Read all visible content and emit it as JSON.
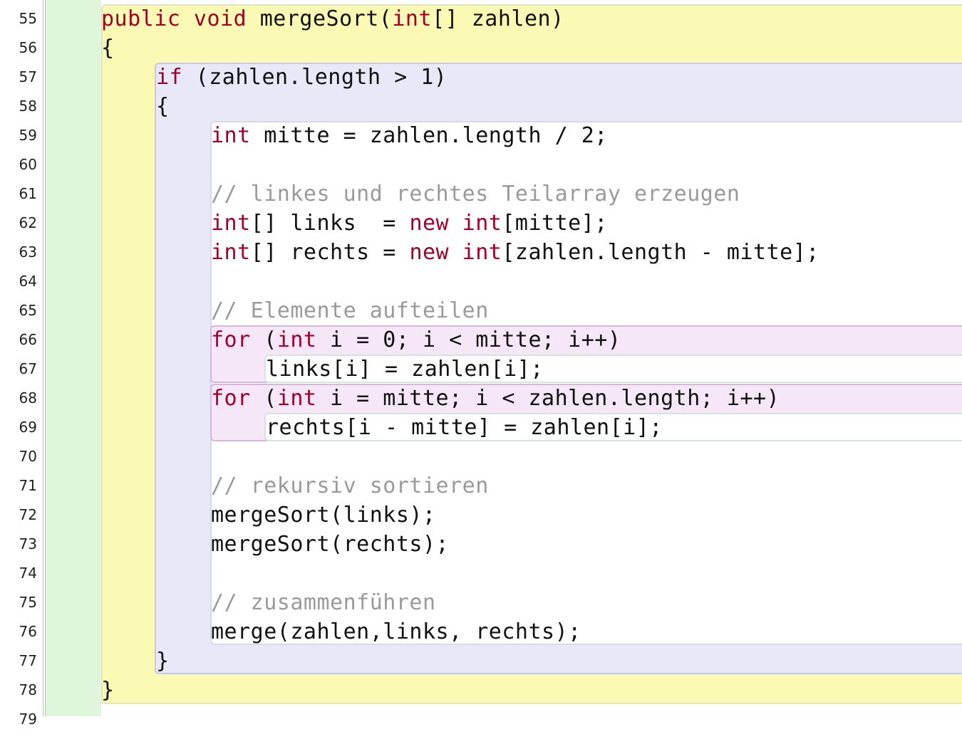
{
  "editor": {
    "line_numbers": [
      "55",
      "56",
      "57",
      "58",
      "59",
      "60",
      "61",
      "62",
      "63",
      "64",
      "65",
      "66",
      "67",
      "68",
      "69",
      "70",
      "71",
      "72",
      "73",
      "74",
      "75",
      "76",
      "77",
      "78",
      "79"
    ],
    "lines": {
      "l55": [
        {
          "t": "public void",
          "k": "kw"
        },
        {
          "t": " mergeSort(",
          "k": ""
        },
        {
          "t": "int",
          "k": "kw"
        },
        {
          "t": "[] zahlen)",
          "k": ""
        }
      ],
      "l56": [
        {
          "t": "{",
          "k": ""
        }
      ],
      "l57": [
        {
          "t": "if",
          "k": "kw"
        },
        {
          "t": " (zahlen.length > 1)",
          "k": ""
        }
      ],
      "l58": [
        {
          "t": "{",
          "k": ""
        }
      ],
      "l59": [
        {
          "t": "int",
          "k": "kw"
        },
        {
          "t": " mitte = zahlen.length / 2;",
          "k": ""
        }
      ],
      "l61": [
        {
          "t": "// linkes und rechtes Teilarray erzeugen",
          "k": "cm"
        }
      ],
      "l62": [
        {
          "t": "int",
          "k": "kw"
        },
        {
          "t": "[] links  = ",
          "k": ""
        },
        {
          "t": "new int",
          "k": "kw"
        },
        {
          "t": "[mitte];",
          "k": ""
        }
      ],
      "l63": [
        {
          "t": "int",
          "k": "kw"
        },
        {
          "t": "[] rechts = ",
          "k": ""
        },
        {
          "t": "new int",
          "k": "kw"
        },
        {
          "t": "[zahlen.length - mitte];",
          "k": ""
        }
      ],
      "l65": [
        {
          "t": "// Elemente aufteilen",
          "k": "cm"
        }
      ],
      "l66": [
        {
          "t": "for",
          "k": "kw"
        },
        {
          "t": " (",
          "k": ""
        },
        {
          "t": "int",
          "k": "kw"
        },
        {
          "t": " i = 0; i < mitte; i++)",
          "k": ""
        }
      ],
      "l67": [
        {
          "t": "links[i] = zahlen[i];",
          "k": ""
        }
      ],
      "l68": [
        {
          "t": "for",
          "k": "kw"
        },
        {
          "t": " (",
          "k": ""
        },
        {
          "t": "int",
          "k": "kw"
        },
        {
          "t": " i = mitte; i < zahlen.length; i++)",
          "k": ""
        }
      ],
      "l69": [
        {
          "t": "rechts[i - mitte] = zahlen[i];",
          "k": ""
        }
      ],
      "l71": [
        {
          "t": "// rekursiv sortieren",
          "k": "cm"
        }
      ],
      "l72": [
        {
          "t": "mergeSort(links);",
          "k": ""
        }
      ],
      "l73": [
        {
          "t": "mergeSort(rechts);",
          "k": ""
        }
      ],
      "l75": [
        {
          "t": "// zusammenführen",
          "k": "cm"
        }
      ],
      "l76": [
        {
          "t": "merge(zahlen,links, rechts);",
          "k": ""
        }
      ],
      "l77": [
        {
          "t": "}",
          "k": ""
        }
      ],
      "l78": [
        {
          "t": "}",
          "k": ""
        }
      ]
    },
    "colors": {
      "keyword": "#a0002a",
      "comment": "#9a9a9a",
      "method_scope": "#fafab4",
      "if_scope": "#e8e8f8",
      "for_scope": "#f5e7f7",
      "margin_green": "#dff5dc"
    }
  }
}
